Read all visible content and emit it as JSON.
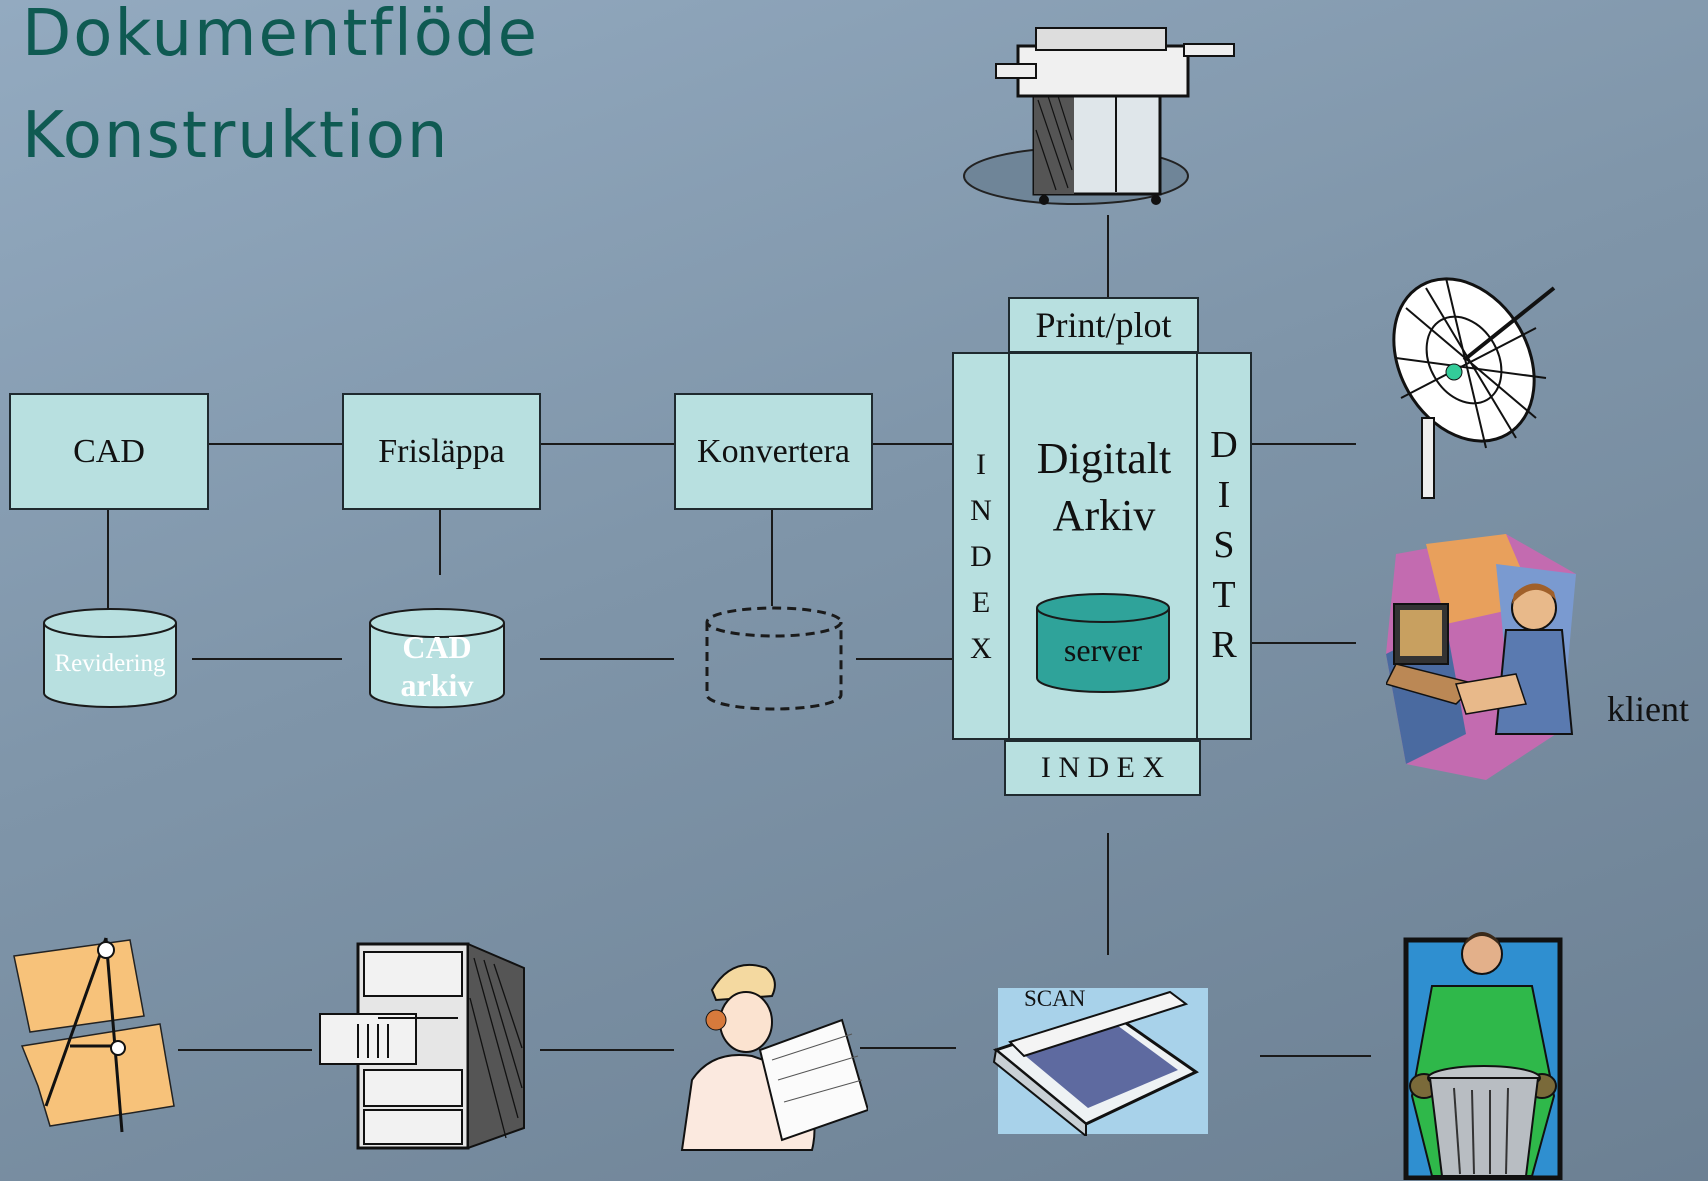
{
  "title": {
    "line1": "Dokumentflöde",
    "line2": "Konstruktion"
  },
  "boxes": {
    "cad": "CAD",
    "frislappa": "Frisläppa",
    "konvertera": "Konvertera",
    "printplot": "Print/plot",
    "arkiv_line1": "Digitalt",
    "arkiv_line2": "Arkiv",
    "index_bottom": "I N D E X"
  },
  "index_vertical": [
    "I",
    "N",
    "D",
    "E",
    "X"
  ],
  "distr_vertical": [
    "D",
    "I",
    "S",
    "T",
    "R"
  ],
  "cylinders": {
    "revidering": "Revidering",
    "cad_arkiv_line1": "CAD",
    "cad_arkiv_line2": "arkiv",
    "server": "server"
  },
  "labels": {
    "scan": "SCAN",
    "klient": "klient"
  },
  "icons": [
    "printer-plotter-icon",
    "satellite-dish-icon",
    "computer-user-icon",
    "drafting-compass-icon",
    "filing-cabinet-icon",
    "engineer-reading-plans-icon",
    "scanner-icon",
    "man-with-trash-can-icon"
  ],
  "colors": {
    "box_fill": "#b8e0e0",
    "server_fill": "#2fa39a",
    "title": "#0f5a52"
  }
}
